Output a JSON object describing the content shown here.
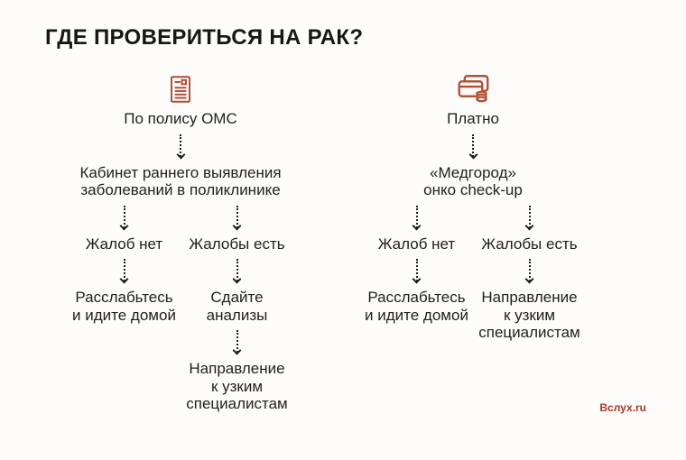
{
  "title": "ГДЕ ПРОВЕРИТЬСЯ НА РАК?",
  "watermark": "Вслух.ru",
  "colors": {
    "accent": "#b25138",
    "text": "#1f1f1f",
    "watermark": "#a03a26",
    "background": "#fdfcfa"
  },
  "columns": [
    {
      "icon": "policy-document-icon",
      "root_label": "По полису ОМС",
      "step_lines": [
        "Кабинет раннего выявления",
        "заболеваний в поликлинике"
      ],
      "branches": [
        {
          "condition": "Жалоб нет",
          "outcome_lines": [
            "Расслабьтесь",
            "и идите домой"
          ]
        },
        {
          "condition": "Жалобы есть",
          "outcome_lines": [
            "Сдайте",
            "анализы"
          ],
          "next_lines": [
            "Направление",
            "к узким специалистам"
          ]
        }
      ]
    },
    {
      "icon": "payment-cards-icon",
      "root_label": "Платно",
      "step_lines": [
        "«Медгород»",
        "онко check-up"
      ],
      "branches": [
        {
          "condition": "Жалоб нет",
          "outcome_lines": [
            "Расслабьтесь",
            "и идите домой"
          ]
        },
        {
          "condition": "Жалобы есть",
          "outcome_lines": [
            "Направление",
            "к узким",
            "специалистам"
          ]
        }
      ]
    }
  ]
}
